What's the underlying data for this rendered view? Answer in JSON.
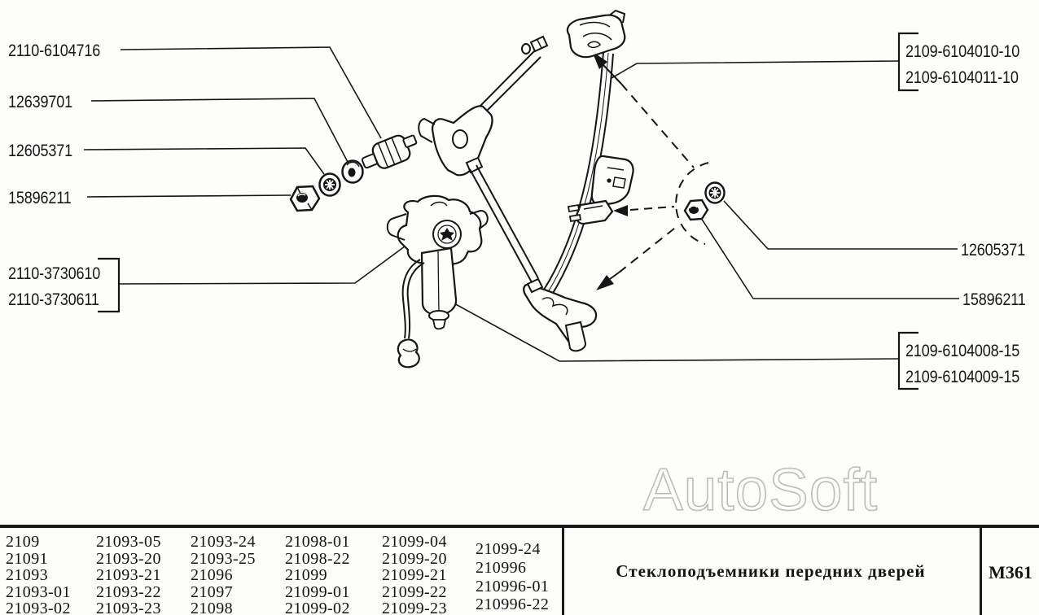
{
  "page": {
    "background": "#fdfdfc",
    "line_color": "#151515"
  },
  "watermark": {
    "text": "AutoSoft",
    "outline_color": "#bdbdb5"
  },
  "callouts": {
    "left": {
      "buffer": "2110-6104716",
      "washer_plain": "12639701",
      "washer_lock": "12605371",
      "nut": "15896211",
      "motor_group": [
        "2110-3730610",
        "2110-3730611"
      ]
    },
    "right": {
      "regulator_top_group": [
        "2109-6104010-10",
        "2109-6104011-10"
      ],
      "washer_lock": "12605371",
      "nut": "15896211",
      "regulator_bottom_group": [
        "2109-6104008-15",
        "2109-6104009-15"
      ]
    }
  },
  "footer_table": {
    "model_columns": [
      [
        "2109",
        "21091",
        "21093",
        "21093-01",
        "21093-02"
      ],
      [
        "21093-05",
        "21093-20",
        "21093-21",
        "21093-22",
        "21093-23"
      ],
      [
        "21093-24",
        "21093-25",
        "21096",
        "21097",
        "21098"
      ],
      [
        "21098-01",
        "21098-22",
        "21099",
        "21099-01",
        "21099-02"
      ],
      [
        "21099-04",
        "21099-20",
        "21099-21",
        "21099-22",
        "21099-23"
      ],
      [
        "21099-24",
        "210996",
        "210996-01",
        "210996-22"
      ]
    ],
    "title": "Стеклоподъемники передних дверей",
    "page_code": "М361"
  }
}
